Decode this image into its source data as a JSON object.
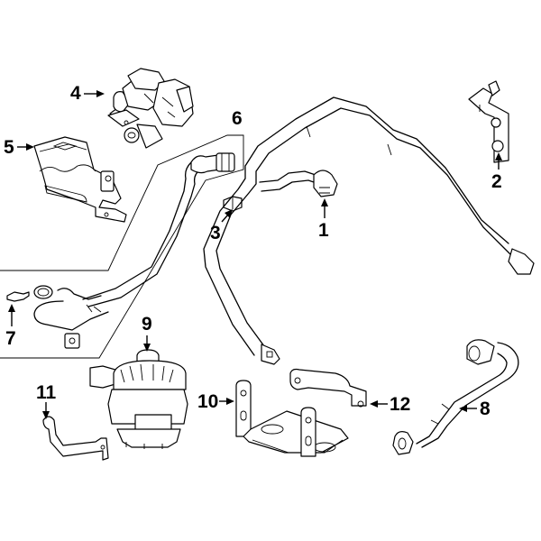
{
  "diagram": {
    "type": "exploded-parts-diagram",
    "callouts": [
      {
        "id": "callout-1",
        "number": "1",
        "part": "hose-connector"
      },
      {
        "id": "callout-2",
        "number": "2",
        "part": "bracket"
      },
      {
        "id": "callout-3",
        "number": "3",
        "part": "clip"
      },
      {
        "id": "callout-4",
        "number": "4",
        "part": "valve-assembly"
      },
      {
        "id": "callout-5",
        "number": "5",
        "part": "shield"
      },
      {
        "id": "callout-6",
        "number": "6",
        "part": "hose-assembly"
      },
      {
        "id": "callout-7",
        "number": "7",
        "part": "clip"
      },
      {
        "id": "callout-8",
        "number": "8",
        "part": "hose"
      },
      {
        "id": "callout-9",
        "number": "9",
        "part": "pump"
      },
      {
        "id": "callout-10",
        "number": "10",
        "part": "mounting-bracket"
      },
      {
        "id": "callout-11",
        "number": "11",
        "part": "strap"
      },
      {
        "id": "callout-12",
        "number": "12",
        "part": "strap"
      }
    ]
  }
}
